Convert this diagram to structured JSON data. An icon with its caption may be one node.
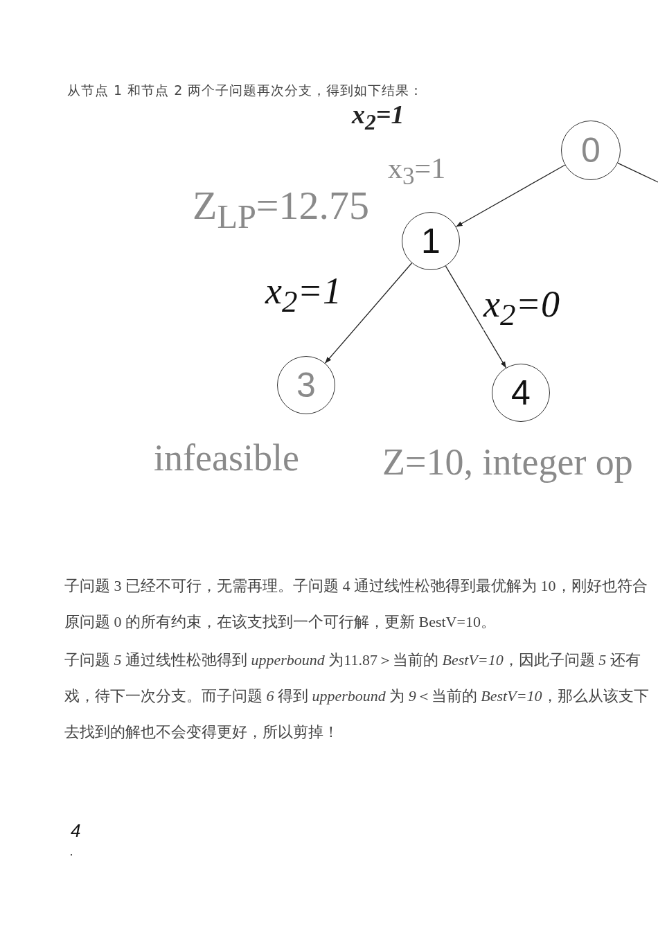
{
  "diagram": {
    "nodes": [
      {
        "text": [
          "0"
        ]
      },
      {
        "text": [
          "1"
        ],
        "beside": [
          "Z$_{LP}$=12.75"
        ]
      },
      {
        "text": [
          "3"
        ],
        "beside": [
          "infeasible"
        ]
      },
      {
        "text": [
          "4"
        ],
        "beside": [
          "Z=10, integer op"
        ]
      }
    ],
    "edges": [
      {
        "from": 0,
        "to": 1,
        "arrow": "to",
        "label": "x$_{3}$=1"
      },
      {
        "from": 0,
        "to": null,
        "arrow": "none"
      },
      {
        "from": 1,
        "to": 2,
        "arrow": "to",
        "label": "x$_{2}$=1"
      },
      {
        "from": 1,
        "to": 3,
        "arrow": "to",
        "label": "x$_{2}$=0"
      }
    ],
    "labels": [
      "从节点 1 和节点 2 两个子问题再次分支，得到如下结果：",
      "x$_{2}$=1",
      "子问题 3 已经不可行，无需再理。子问题 4 通过线性松弛得到最优解为 10，刚好也符合原问题 0 的所有约束，在该支找到一个可行解，更新 BestV=10。",
      "子问题 *5* 通过线性松弛得到 *upperbound* 为11.87＞当前的 *BestV=10*，因此子问题 *5* 还有戏，待下一次分支。而子问题 *6* 得到 *upperbound* 为 *9*＜当前的 *BestV=10*，那么从该支下去找到的解也不会变得更好，所以剪掉！",
      "4",
      "."
    ]
  }
}
